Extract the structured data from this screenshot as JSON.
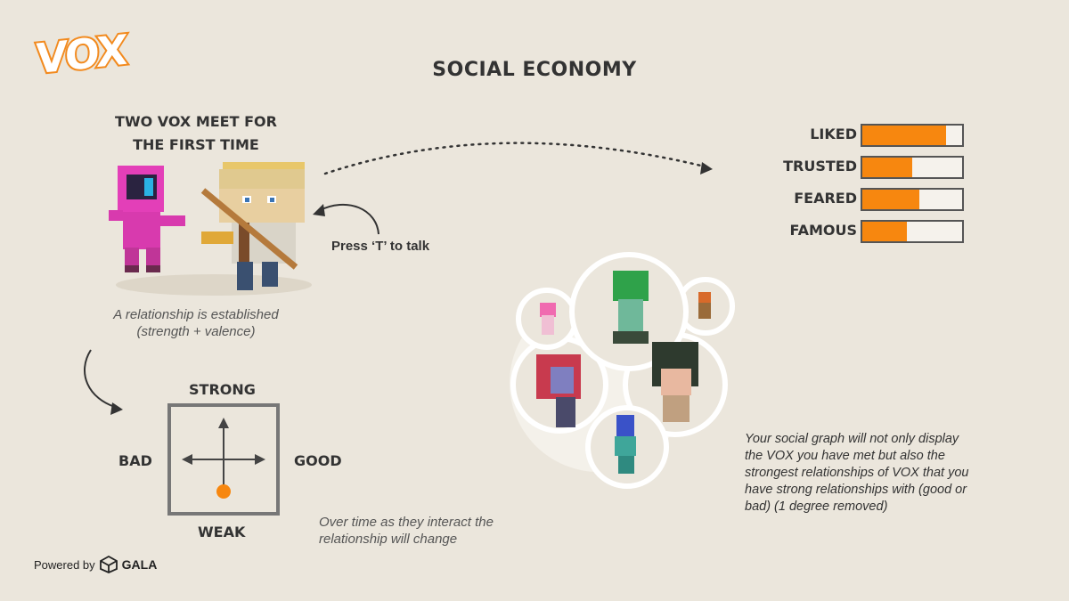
{
  "logo": "VOX",
  "title": "SOCIAL ECONOMY",
  "meet_heading_line1": "TWO VOX MEET FOR",
  "meet_heading_line2": "THE FIRST TIME",
  "press_t": "Press ‘T’ to talk",
  "relationship_line1": "A relationship is established",
  "relationship_line2": "(strength + valence)",
  "axis": {
    "strong": "STRONG",
    "weak": "WEAK",
    "bad": "BAD",
    "good": "GOOD"
  },
  "over_time_line1": "Over time as they interact the",
  "over_time_line2": "relationship will change",
  "metrics": [
    {
      "label": "LIKED",
      "fill": 0.84
    },
    {
      "label": "TRUSTED",
      "fill": 0.5
    },
    {
      "label": "FEARED",
      "fill": 0.57
    },
    {
      "label": "FAMOUS",
      "fill": 0.45
    }
  ],
  "graph_text_lines": [
    "Your social graph will not only display",
    "the VOX you have met but also the",
    "strongest relationships of VOX that you",
    "have strong relationships with (good or",
    "bad) (1 degree removed)"
  ],
  "powered_by": "Powered by",
  "gala": "GALA",
  "colors": {
    "accent": "#f7870f",
    "background": "#ebe6dc"
  }
}
